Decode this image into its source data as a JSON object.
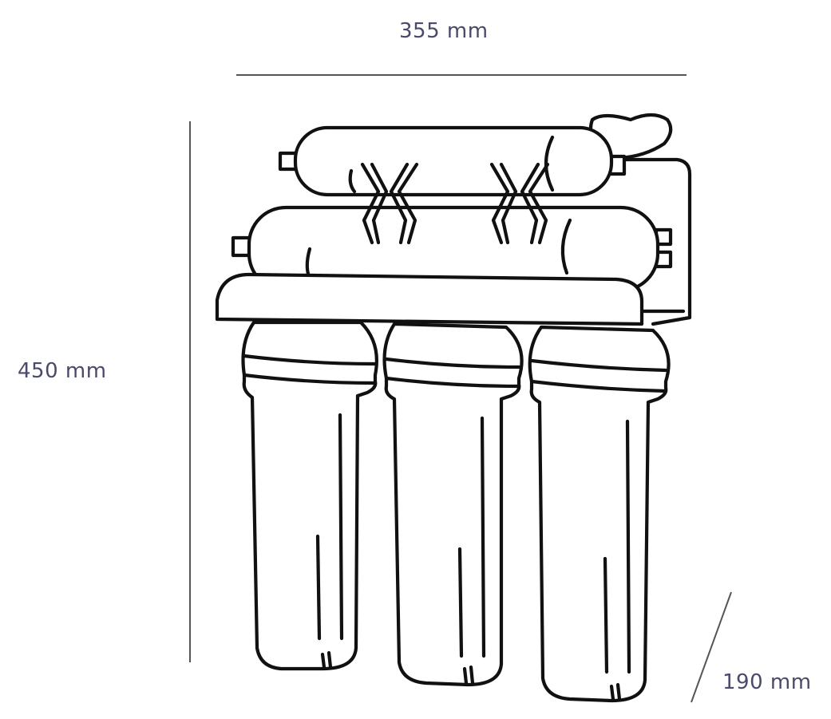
{
  "dimensions": {
    "width_label": "355  mm",
    "height_label": "450 mm",
    "depth_label": "190 mm"
  },
  "colors": {
    "ink": "#111111",
    "dimension_line": "#555555",
    "dimension_text": "#4a4a6a",
    "background": "#ffffff"
  }
}
